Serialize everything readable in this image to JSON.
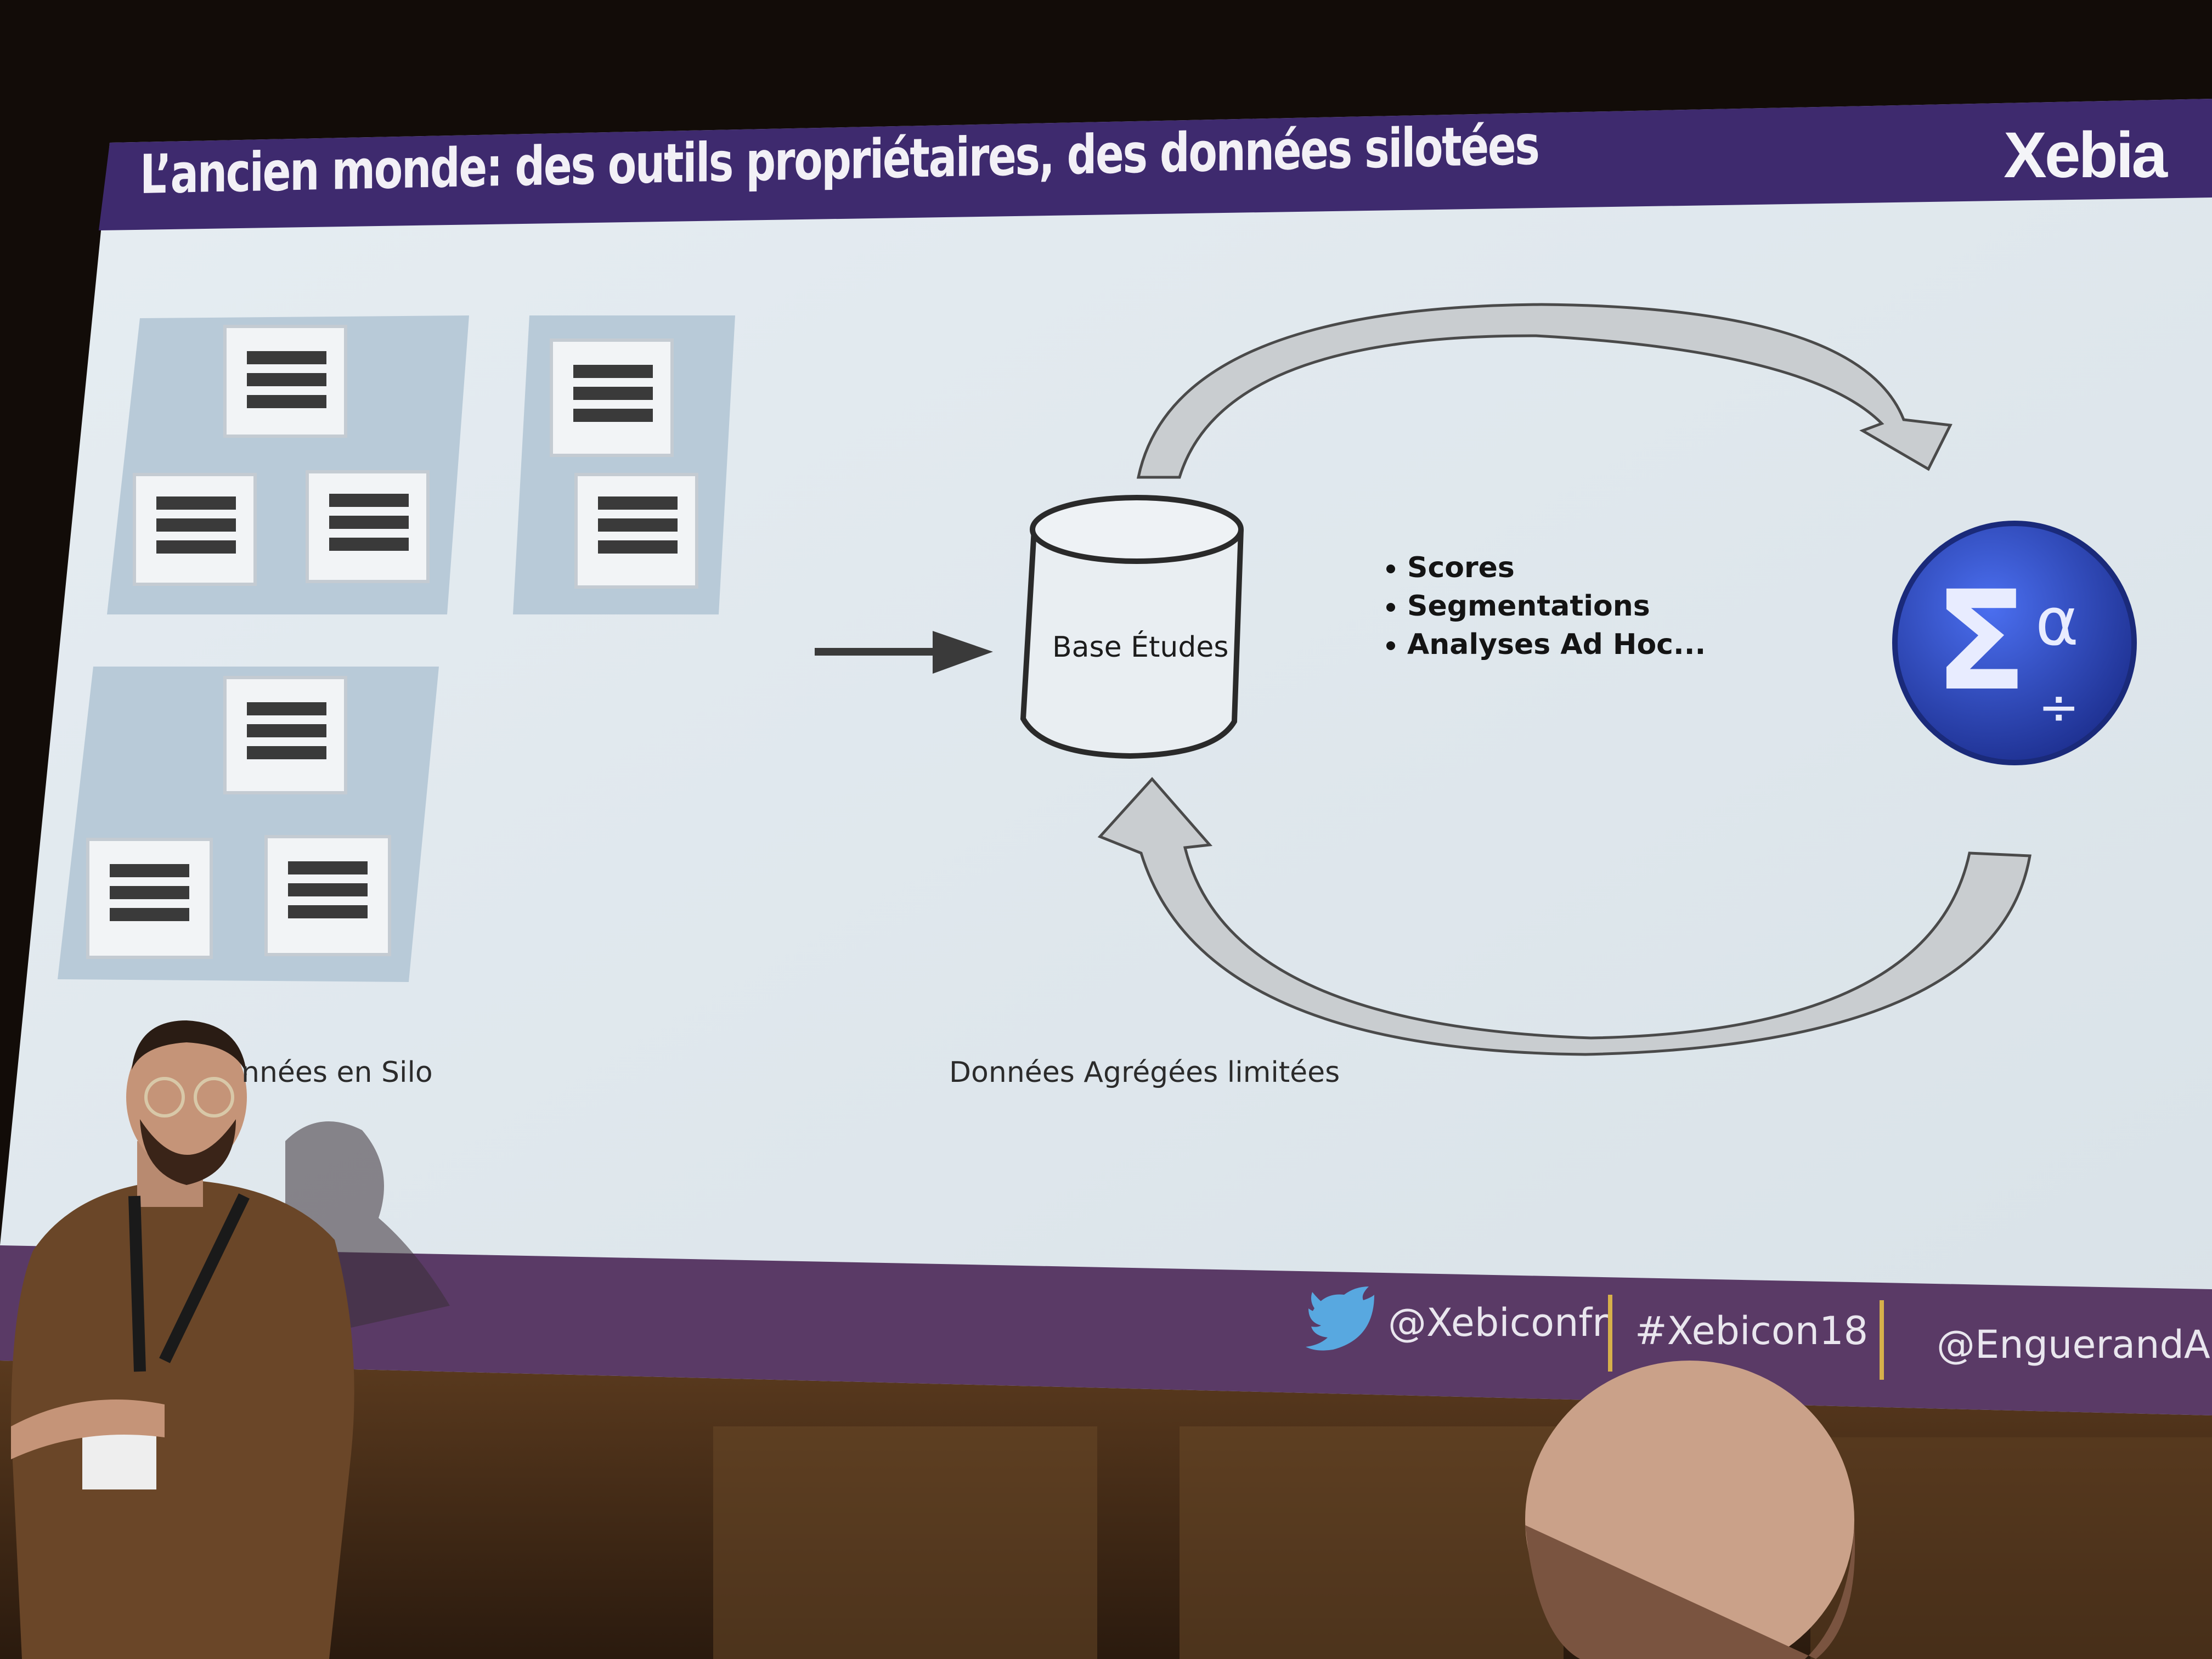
{
  "slide": {
    "title": "L’ancien monde: des outils propriétaires, des données silotées",
    "logo": "Xebia",
    "database_label": "Base Études",
    "bullets": [
      "Scores",
      "Segmentations",
      "Analyses Ad Hoc..."
    ],
    "caption_left": "nnées en Silo",
    "caption_center": "Données Agrégées limitées",
    "tool_icon": "sigma-alpha-statistics-icon"
  },
  "footer": {
    "twitter_handle": "@Xebiconfr",
    "hashtag": "#Xebicon18",
    "speaker_handle": "@EnguerandA",
    "twitter_icon": "twitter-bird-icon"
  },
  "colors": {
    "header_purple": "#3e2a6e",
    "slide_background": "#dfe8ee",
    "silo_panel": "#b8cad8",
    "footer_purple": "#5a3a66",
    "tool_blue": "#2a47b8"
  }
}
